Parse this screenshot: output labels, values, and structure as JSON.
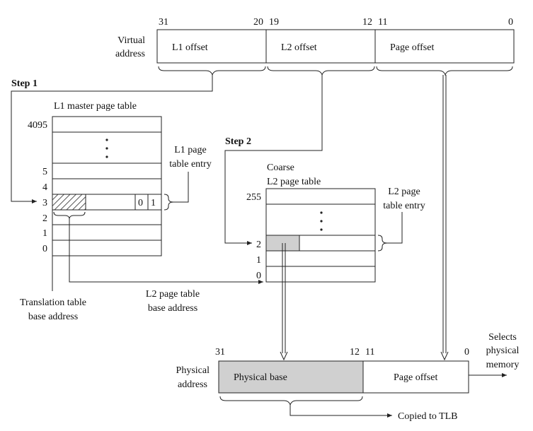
{
  "virtual_address": {
    "label_line1": "Virtual",
    "label_line2": "address",
    "bit_31": "31",
    "bit_20": "20",
    "bit_19": "19",
    "bit_12": "12",
    "bit_11": "11",
    "bit_0": "0",
    "field_l1": "L1 offset",
    "field_l2": "L2 offset",
    "field_page": "Page offset"
  },
  "step1": "Step 1",
  "step2": "Step 2",
  "l1_table": {
    "title": "L1 master page table",
    "idx_4095": "4095",
    "idx_5": "5",
    "idx_4": "4",
    "idx_3": "3",
    "idx_2": "2",
    "idx_1": "1",
    "idx_0": "0",
    "bit_a": "0",
    "bit_b": "1",
    "entry_line1": "L1 page",
    "entry_line2": "table entry"
  },
  "l2_table": {
    "title_line1": "Coarse",
    "title_line2": "L2 page table",
    "idx_255": "255",
    "idx_2": "2",
    "idx_1": "1",
    "idx_0": "0",
    "entry_line1": "L2 page",
    "entry_line2": "table entry"
  },
  "ttb_line1": "Translation table",
  "ttb_line2": "base address",
  "l2base_line1": "L2 page table",
  "l2base_line2": "base address",
  "physical_address": {
    "label_line1": "Physical",
    "label_line2": "address",
    "bit_31": "31",
    "bit_12": "12",
    "bit_11": "11",
    "bit_0": "0",
    "field_base": "Physical base",
    "field_page": "Page offset"
  },
  "selects_line1": "Selects",
  "selects_line2": "physical",
  "selects_line3": "memory",
  "copied": "Copied to TLB",
  "colors": {
    "gray_fill": "#d0d0d0",
    "stroke": "#222222"
  }
}
